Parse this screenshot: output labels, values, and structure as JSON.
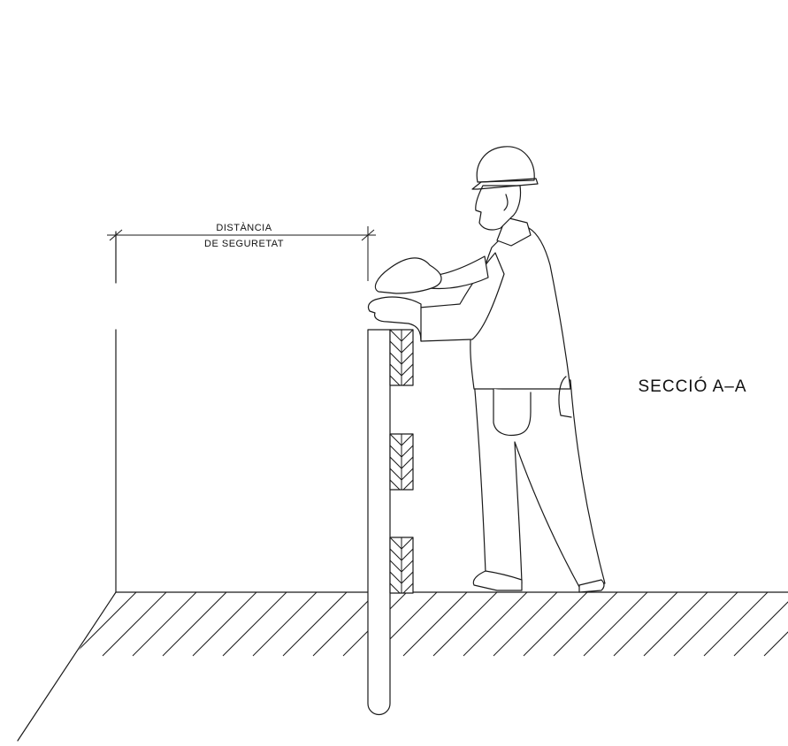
{
  "dimension": {
    "line1": "DISTÀNCIA",
    "line2": "DE SEGURETAT"
  },
  "section_title": "SECCIÓ A–A",
  "colors": {
    "line": "#1a1a1a",
    "background": "#ffffff"
  }
}
